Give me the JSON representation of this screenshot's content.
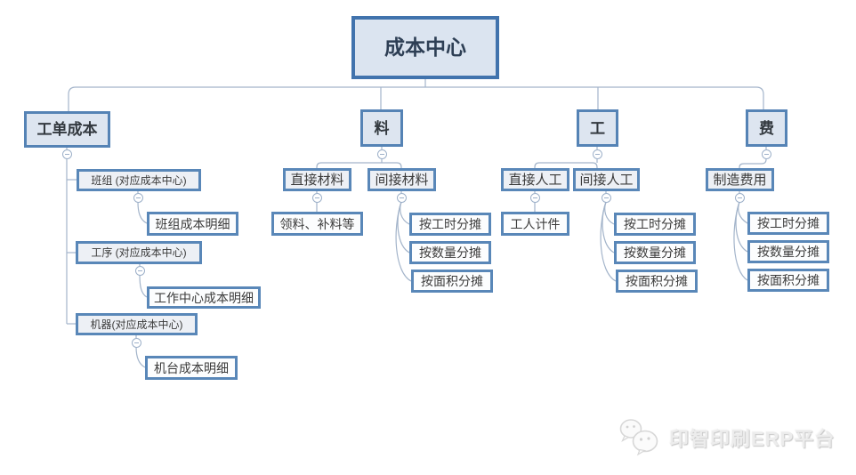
{
  "tree": {
    "root": {
      "label": "成本中心",
      "children": [
        {
          "label": "工单成本",
          "children": [
            {
              "label": "班组 (对应成本中心)",
              "children": [
                {
                  "label": "班组成本明细"
                }
              ]
            },
            {
              "label": "工序 (对应成本中心)",
              "children": [
                {
                  "label": "工作中心成本明细"
                }
              ]
            },
            {
              "label": "机器(对应成本中心)",
              "children": [
                {
                  "label": "机台成本明细"
                }
              ]
            }
          ]
        },
        {
          "label": "料",
          "children": [
            {
              "label": "直接材料",
              "children": [
                {
                  "label": "领料、补料等"
                }
              ]
            },
            {
              "label": "间接材料",
              "children": [
                {
                  "label": "按工时分摊"
                },
                {
                  "label": "按数量分摊"
                },
                {
                  "label": "按面积分摊"
                }
              ]
            }
          ]
        },
        {
          "label": "工",
          "children": [
            {
              "label": "直接人工",
              "children": [
                {
                  "label": "工人计件"
                }
              ]
            },
            {
              "label": "间接人工",
              "children": [
                {
                  "label": "按工时分摊"
                },
                {
                  "label": "按数量分摊"
                },
                {
                  "label": "按面积分摊"
                }
              ]
            }
          ]
        },
        {
          "label": "费",
          "children": [
            {
              "label": "制造费用",
              "children": [
                {
                  "label": "按工时分摊"
                },
                {
                  "label": "按数量分摊"
                },
                {
                  "label": "按面积分摊"
                }
              ]
            }
          ]
        }
      ]
    }
  },
  "icons": {
    "collapse_toggle": "minus-circle",
    "watermark_logo": "wechat-chat-bubbles"
  },
  "watermark": {
    "brand": "印智印刷ERP平台"
  },
  "colors": {
    "node_border": "#5987b8",
    "root_border": "#4173ad",
    "root_fill": "#dbe4f0",
    "level2_fill": "#dde5f0",
    "level3_fill": "#edf0f5",
    "detail_fill": "#fcfdfe",
    "connector": "#a3b4ca",
    "text": "#3b3b3b",
    "watermark_gray": "#d9d9d9"
  }
}
